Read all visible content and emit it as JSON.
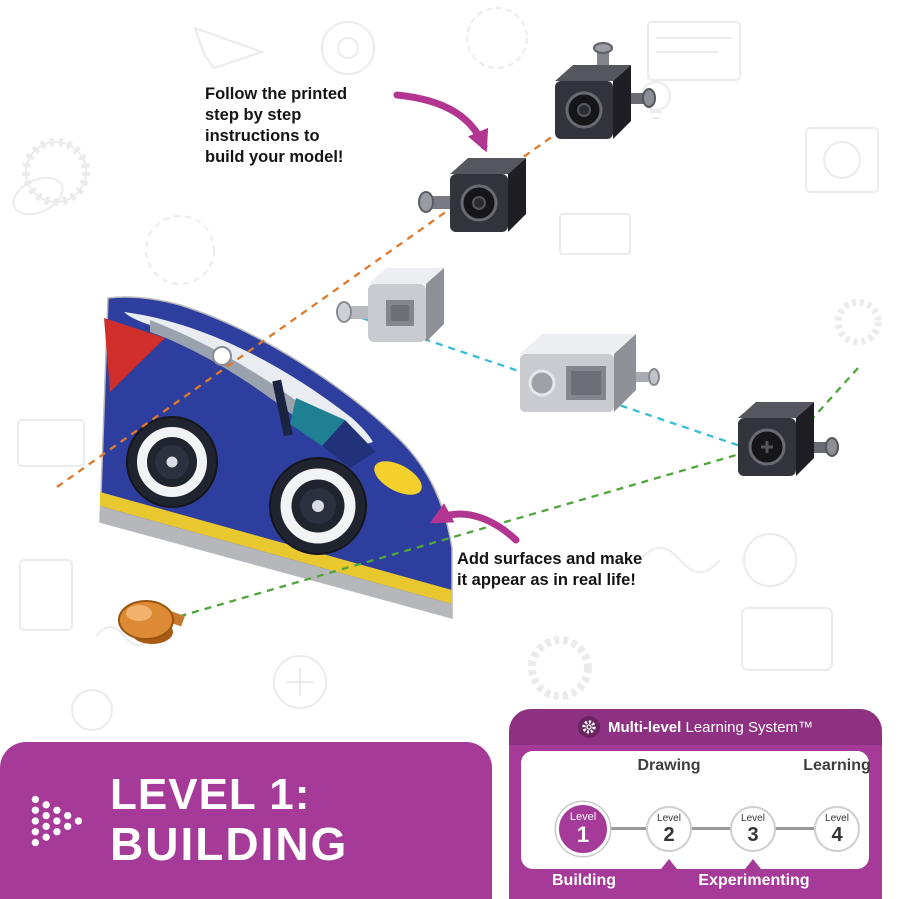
{
  "notes": {
    "build_instructions": "Follow the printed\nstep by step\ninstructions to\nbuild your model!",
    "add_surfaces": "Add surfaces and make\nit appear as in real life!"
  },
  "banner": {
    "line1": "LEVEL 1:",
    "line2": "BUILDING"
  },
  "mls": {
    "header_bold": "Multi-level",
    "header_rest": " Learning System™",
    "top_labels": [
      "Drawing",
      "Learning"
    ],
    "bottom_labels": [
      "Building",
      "Experimenting"
    ],
    "levels": [
      {
        "label": "Level",
        "number": "1",
        "active": true
      },
      {
        "label": "Level",
        "number": "2",
        "active": false
      },
      {
        "label": "Level",
        "number": "3",
        "active": false
      },
      {
        "label": "Level",
        "number": "4",
        "active": false
      }
    ]
  },
  "icons": {
    "gear-icon": "gear",
    "chevron-dots-icon": "dotted right-pointing chevron"
  },
  "colors": {
    "magenta": "#a63a98",
    "arrow_magenta": "#b23691",
    "orange_line": "#e0792a",
    "cyan_line": "#38bdd6",
    "green_line": "#4ea53a",
    "car_blue": "#2e3e9e",
    "car_yellow": "#e9c72e",
    "rivet_orange": "#dd8a35"
  }
}
